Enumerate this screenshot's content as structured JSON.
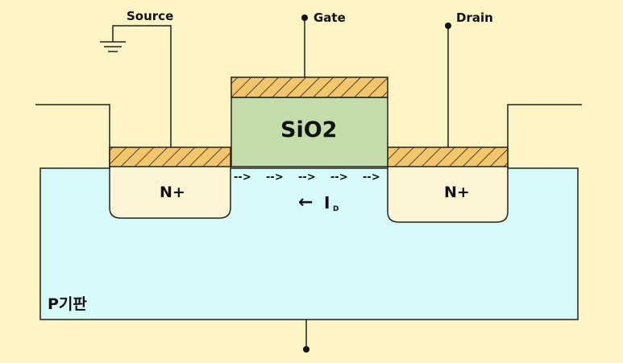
{
  "terminals": {
    "source": "Source",
    "gate": "Gate",
    "drain": "Drain"
  },
  "regions": {
    "oxide": "SiO2",
    "source_doping": "N+",
    "drain_doping": "N+",
    "substrate": "P기판"
  },
  "current": {
    "arrow": "←",
    "symbol": "I",
    "subscript": "D",
    "flow_marks": [
      "-->",
      "-->",
      "-->",
      "-->",
      "-->"
    ]
  },
  "colors": {
    "background": "#fdf4c6",
    "substrate": "#d6fafa",
    "oxide": "#c3deaa",
    "metal": "#f3c66b",
    "n_plus": "#fdf4d4",
    "line": "#111111"
  }
}
